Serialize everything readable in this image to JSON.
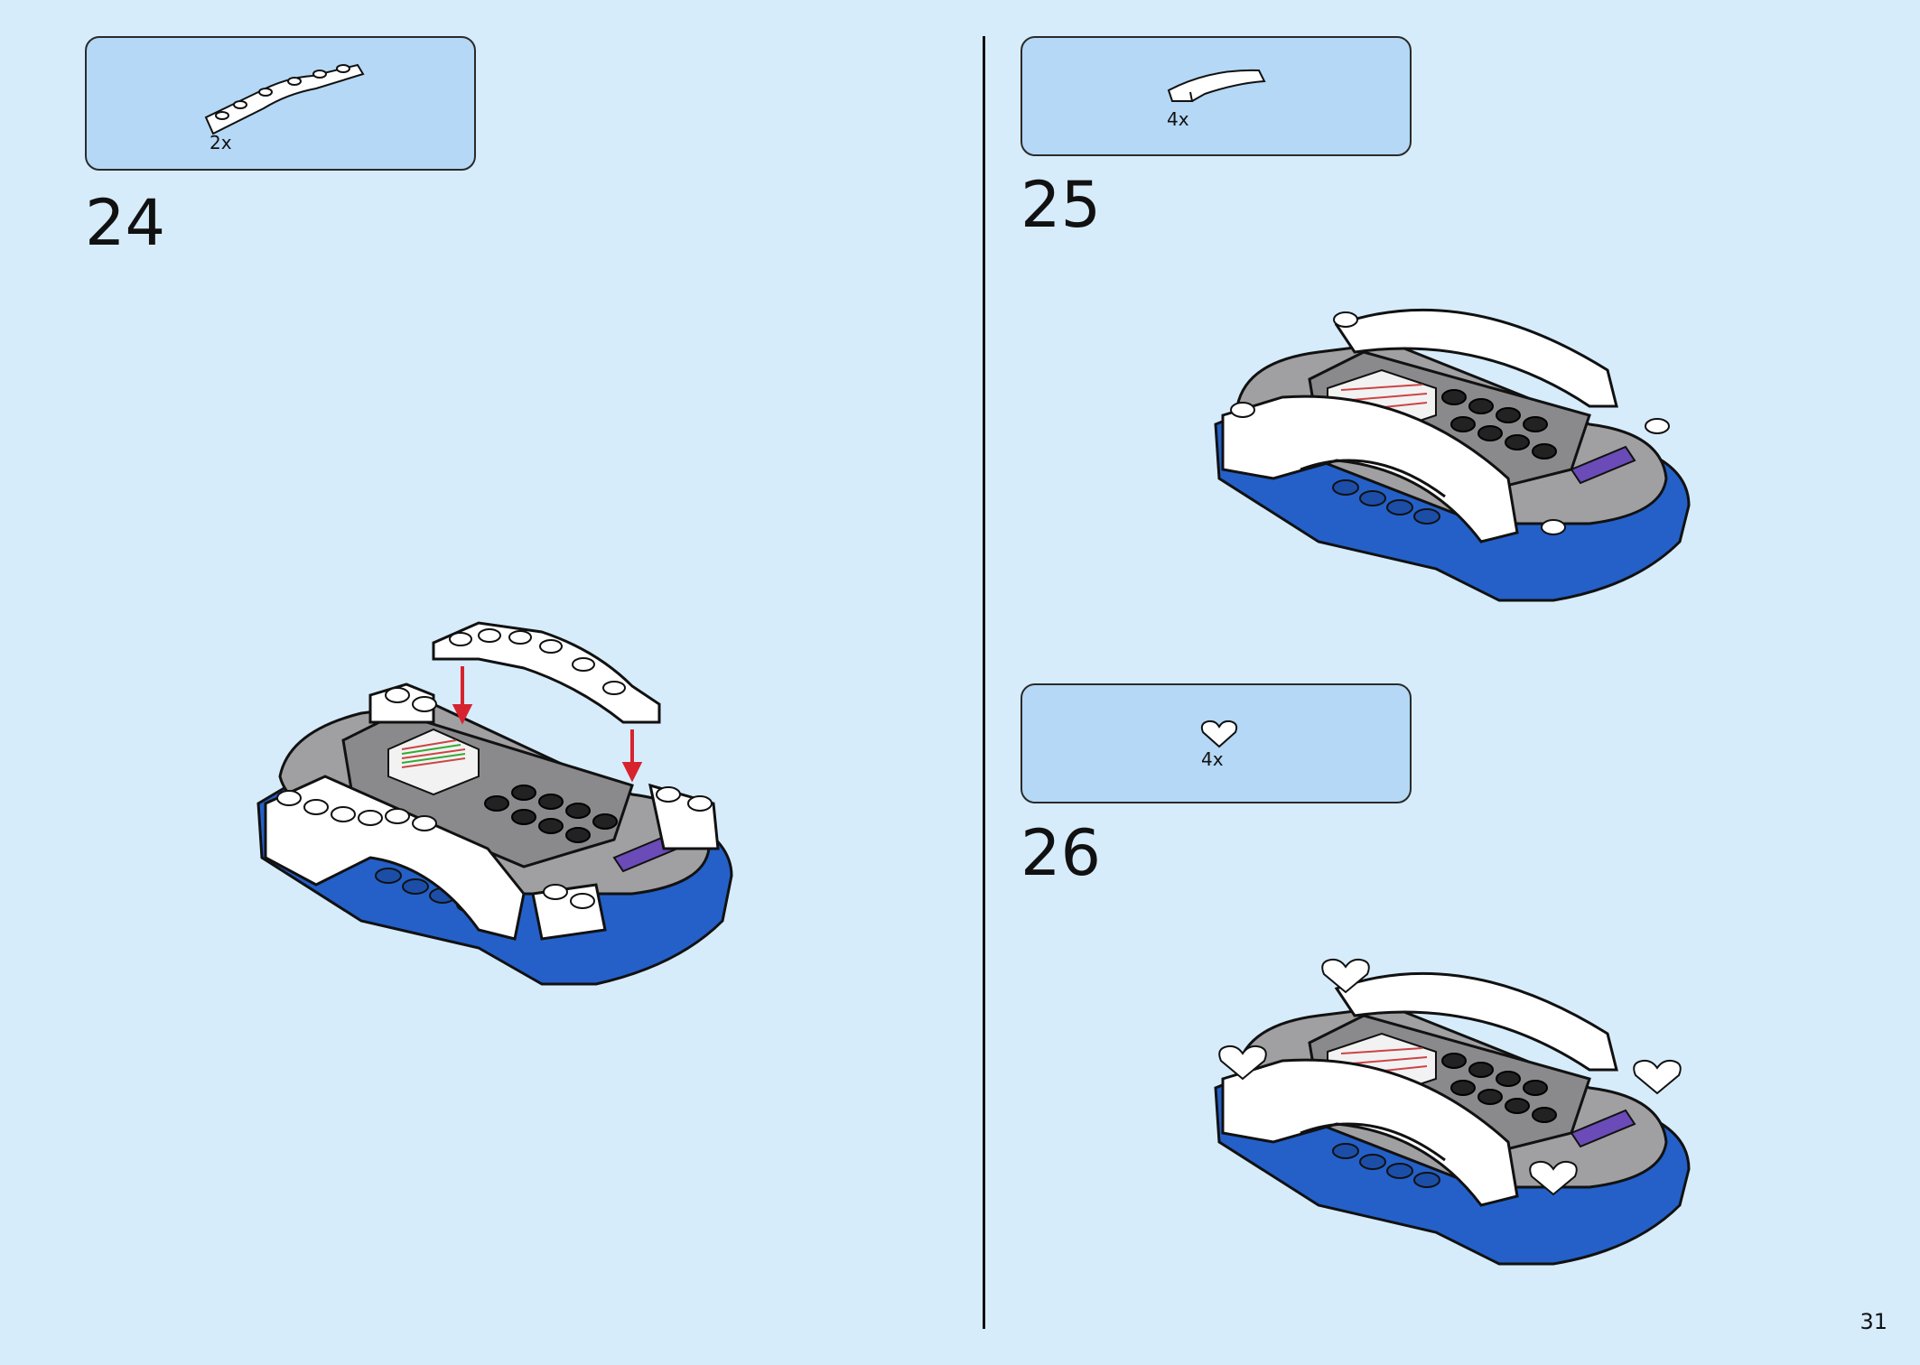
{
  "steps": [
    {
      "number": "24",
      "part_qty": "2x",
      "part_icon": "white-arch-plate-icon"
    },
    {
      "number": "25",
      "part_qty": "4x",
      "part_icon": "white-curved-slope-icon"
    },
    {
      "number": "26",
      "part_qty": "4x",
      "part_icon": "white-heart-tile-icon"
    }
  ],
  "page_number": "31",
  "colors": {
    "background": "#d6ecfb",
    "parts_box": "#b4d8f5",
    "base_blue": "#2460c8",
    "plate_grey": "#a0a0a2",
    "dark_grey": "#6c6c6e",
    "white": "#ffffff",
    "arrow_red": "#d7232e",
    "purple": "#6a4bb8"
  }
}
